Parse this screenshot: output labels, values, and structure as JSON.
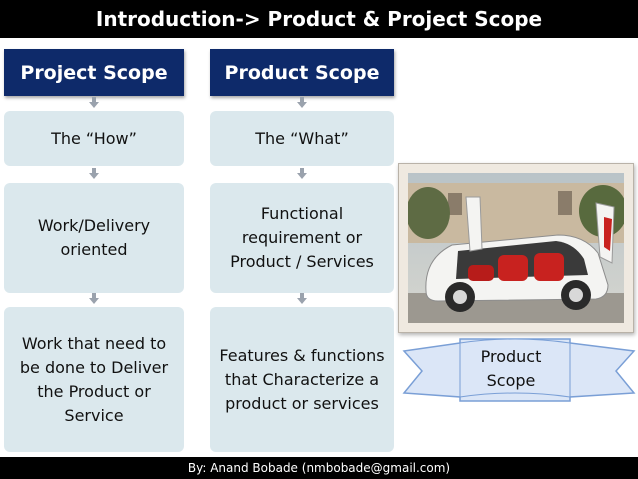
{
  "slide": {
    "title": "Introduction-> Product & Project Scope",
    "footer": "By: Anand Bobade (nmbobade@gmail.com)"
  },
  "project_scope": {
    "header": "Project Scope",
    "boxes": [
      "The “How”",
      "Work/Delivery oriented",
      "Work that need to be done to Deliver the Product or Service"
    ]
  },
  "product_scope": {
    "header": "Product Scope",
    "boxes": [
      "The “What”",
      "Functional requirement or Product / Services",
      "Features & functions that Characterize a product or services"
    ]
  },
  "banner": {
    "label": "Product Scope"
  },
  "colors": {
    "header_bg": "#0e2a6a",
    "box_bg": "#dbe8ed",
    "banner_fill": "#dbe6f7",
    "banner_stroke": "#7a9fd6",
    "bar_bg": "#000000"
  }
}
